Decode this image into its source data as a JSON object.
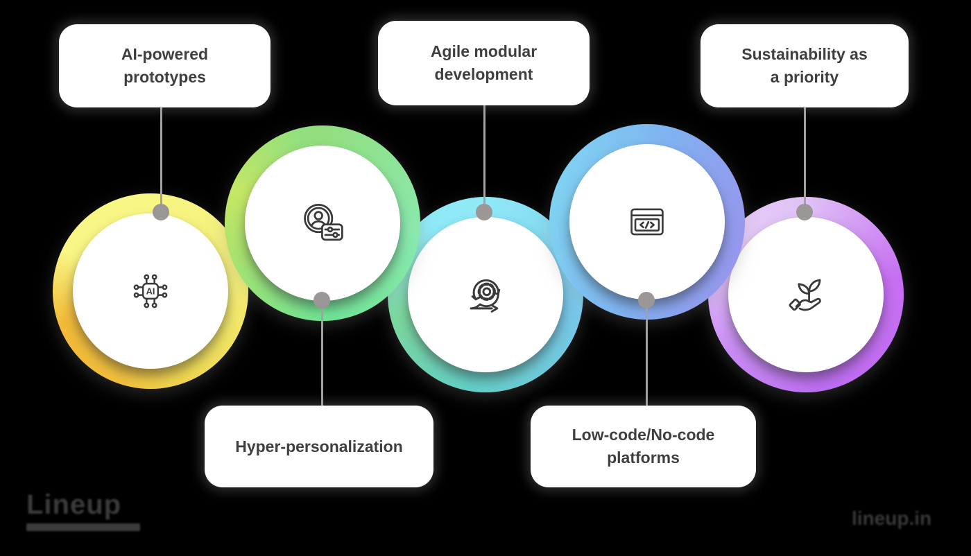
{
  "background_color": "#000000",
  "items": [
    {
      "id": "ai-prototypes",
      "label": "AI-powered\nprototypes",
      "icon": "ai-chip-icon",
      "icon_text": "AI",
      "label_position": "top",
      "ring_colors": {
        "top": "#f8f684",
        "side": "#eeda55",
        "accent": "#f2ba38"
      }
    },
    {
      "id": "hyper-personalization",
      "label": "Hyper-personalization",
      "icon": "user-settings-icon",
      "label_position": "bottom",
      "ring_colors": {
        "top": "#93df7f",
        "side": "#8ae8ae",
        "accent": "#c4e765"
      }
    },
    {
      "id": "agile-modular",
      "label": "Agile modular\ndevelopment",
      "icon": "agile-cycle-icon",
      "label_position": "top",
      "ring_colors": {
        "top": "#8fe9f7",
        "side": "#79c7ea",
        "accent": "#63cfc6"
      }
    },
    {
      "id": "low-code",
      "label": "Low-code/No-code\nplatforms",
      "icon": "code-window-icon",
      "label_position": "bottom",
      "ring_colors": {
        "top": "#7fd3f2",
        "side": "#7fb3f0",
        "accent": "#9796ee"
      }
    },
    {
      "id": "sustainability",
      "label": "Sustainability as\na priority",
      "icon": "hand-plant-icon",
      "label_position": "top",
      "ring_colors": {
        "top": "#dfc2f6",
        "side": "#c76ff2",
        "accent": "#bd6df1"
      }
    }
  ],
  "connectors": {
    "line_color": "#a5a1a1",
    "dot_color": "#9b9797"
  },
  "card": {
    "background": "#ffffff",
    "text_color": "#3f3f3f"
  },
  "icon_stroke_color": "#3a3a3a",
  "footer": {
    "logo_text": "Lineup",
    "website_text": "lineup.in",
    "text_color": "#3a3a3a"
  }
}
